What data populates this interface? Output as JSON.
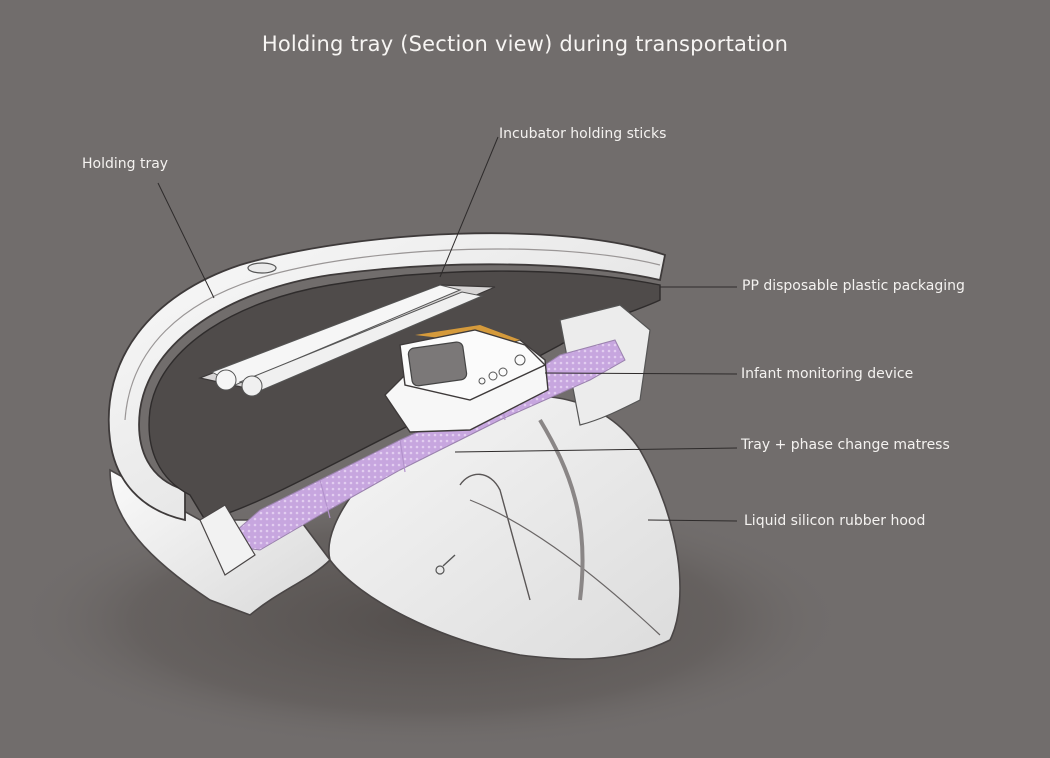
{
  "title": "Holding tray (Section view) during transportation",
  "colors": {
    "background": "#716d6c",
    "shadow": "#5b5654",
    "shell_white": "#f1f1f1",
    "shell_shade": "#d6d6d6",
    "inner_dark": "#4e4a49",
    "mattress_purple": "#c9a9e0",
    "mattress_dot": "#e3cff0",
    "device_screen": "#7b7878",
    "device_accent": "#e3a33a",
    "leader_line": "#2e2b2b",
    "label_text": "#f4f2f0"
  },
  "callouts": [
    {
      "id": "holding-tray",
      "text": "Holding tray"
    },
    {
      "id": "incubator-holding-sticks",
      "text": "Incubator holding sticks"
    },
    {
      "id": "pp-packaging",
      "text": "PP disposable plastic packaging"
    },
    {
      "id": "infant-monitoring-device",
      "text": "Infant monitoring device"
    },
    {
      "id": "tray-mattress",
      "text": "Tray + phase change matress"
    },
    {
      "id": "silicon-hood",
      "text": "Liquid silicon rubber hood"
    }
  ]
}
